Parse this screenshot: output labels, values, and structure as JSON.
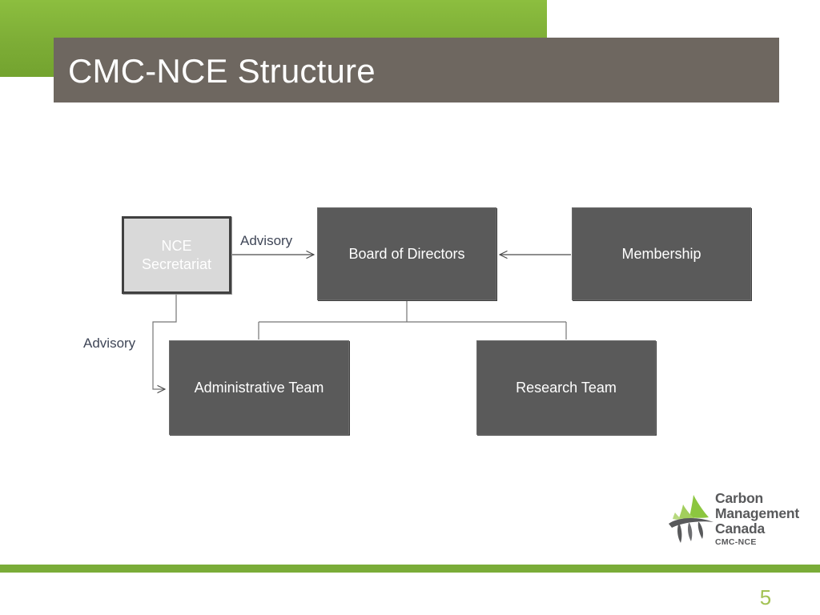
{
  "slide": {
    "title": "CMC-NCE Structure",
    "page_number": "5",
    "colors": {
      "green": "#7aac38",
      "title_bar_gray": "#6e6760",
      "node_dark": "#5a5a5a",
      "node_light": "#d9d9d9",
      "label_blue_gray": "#3f4657",
      "page_number_green": "#a3c254",
      "logo_green": "#8cc63f",
      "logo_gray": "#58595b"
    }
  },
  "diagram": {
    "type": "org-chart",
    "nodes": [
      {
        "id": "nce-secretariat",
        "label": "NCE\nSecretariat",
        "label_line1": "NCE",
        "label_line2": "Secretariat",
        "style": "light"
      },
      {
        "id": "board",
        "label": "Board of Directors",
        "style": "dark"
      },
      {
        "id": "membership",
        "label": "Membership",
        "style": "dark"
      },
      {
        "id": "admin-team",
        "label": "Administrative Team",
        "style": "dark"
      },
      {
        "id": "research-team",
        "label": "Research Team",
        "style": "dark"
      }
    ],
    "edges": [
      {
        "from": "nce-secretariat",
        "to": "board",
        "label": "Advisory",
        "arrow": true
      },
      {
        "from": "nce-secretariat",
        "to": "admin-team",
        "label": "Advisory",
        "arrow": true
      },
      {
        "from": "membership",
        "to": "board",
        "label": "",
        "arrow": true
      },
      {
        "from": "board",
        "to": "admin-team",
        "label": "",
        "arrow": false
      },
      {
        "from": "board",
        "to": "research-team",
        "label": "",
        "arrow": false
      }
    ],
    "labels": {
      "advisory_top": "Advisory",
      "advisory_left": "Advisory"
    }
  },
  "logo": {
    "line1": "Carbon",
    "line2": "Management",
    "line3": "Canada",
    "sub": "CMC-NCE"
  }
}
